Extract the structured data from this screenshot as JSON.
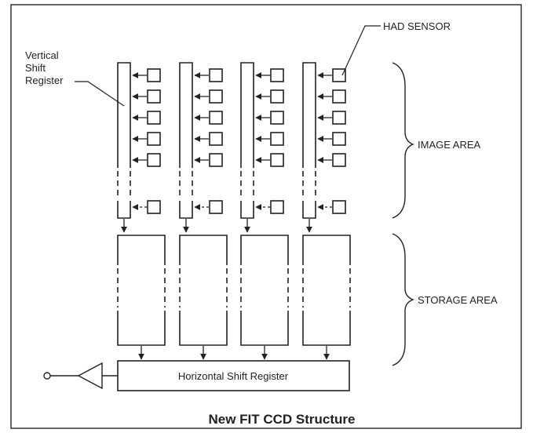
{
  "diagram": {
    "title": "New FIT CCD Structure",
    "labels": {
      "vertical_shift_register": [
        "Vertical",
        "Shift",
        "Register"
      ],
      "had_sensor": "HAD SENSOR",
      "image_area": "IMAGE AREA",
      "storage_area": "STORAGE AREA",
      "horizontal_shift_register": "Horizontal Shift Register"
    },
    "columns": 4,
    "sensors_per_column_visible": 6
  }
}
